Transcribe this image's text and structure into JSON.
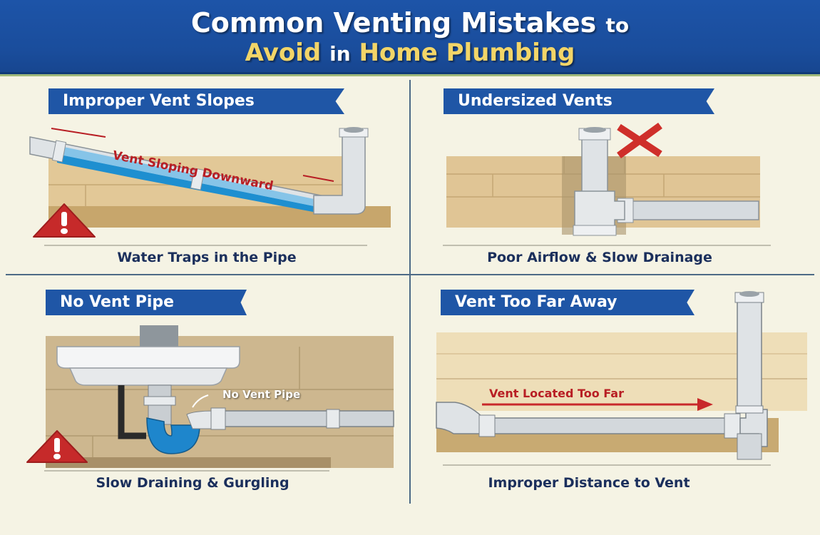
{
  "header": {
    "title_part1": "Common Venting Mistakes",
    "title_part2": "to",
    "title_part3": "Avoid",
    "title_part4": "in",
    "title_part5": "Home Plumbing"
  },
  "panels": [
    {
      "title": "Improper Vent Slopes",
      "annotation": "Vent Sloping Downward",
      "icon": "warning-triangle-icon",
      "caption": "Water Traps in the Pipe"
    },
    {
      "title": "Undersized Vents",
      "annotation": "",
      "icon": "red-x-icon",
      "caption": "Poor Airflow & Slow Drainage"
    },
    {
      "title": "No Vent Pipe",
      "annotation": "No Vent Pipe",
      "icon": "warning-triangle-icon",
      "caption": "Slow Draining & Gurgling"
    },
    {
      "title": "Vent Too Far Away",
      "annotation": "Vent Located Too Far",
      "icon": "arrow-right-icon",
      "caption": "Improper Distance to Vent"
    }
  ],
  "colors": {
    "header_blue": "#1d54a8",
    "title_yellow": "#f2d568",
    "banner_blue": "#1f56a6",
    "caption_navy": "#1b2f5c",
    "warning_red": "#c62a2a",
    "annotation_red": "#b81e24",
    "water_blue": "#1e8fd0",
    "background": "#f5f3e4"
  }
}
